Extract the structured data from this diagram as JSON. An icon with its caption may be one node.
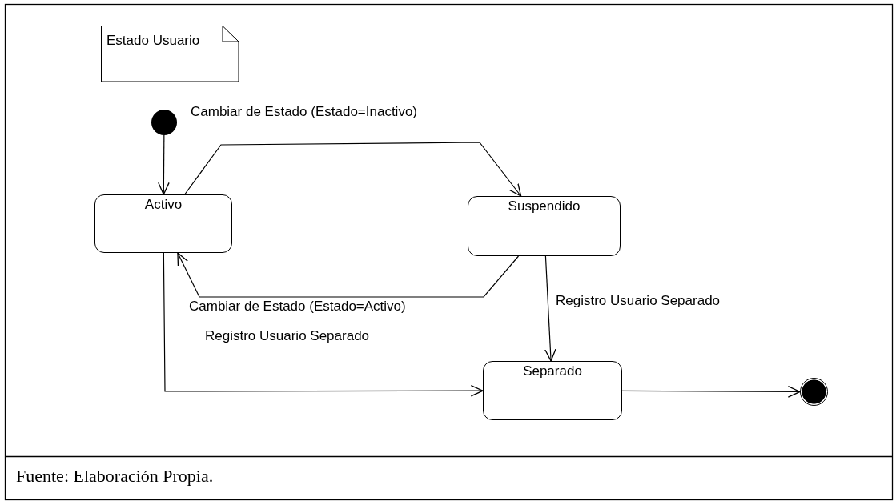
{
  "diagram": {
    "caption": "Fuente: Elaboración Propia.",
    "nodes": [
      {
        "text": [
          "Estado Usuario"
        ]
      },
      {
        "text": [],
        "shape": "circle"
      },
      {
        "text": [
          "Activo"
        ]
      },
      {
        "text": [
          "Suspendido"
        ]
      },
      {
        "text": [
          "Separado"
        ]
      },
      {
        "text": [],
        "shape": "circle"
      }
    ],
    "edges": [
      {
        "from": 1,
        "to": 2,
        "arrow": "to"
      },
      {
        "from": 2,
        "to": 3,
        "arrow": "to",
        "label": "Cambiar de Estado (Estado=Inactivo)"
      },
      {
        "from": 3,
        "to": 2,
        "arrow": "to",
        "label": "Cambiar de Estado (Estado=Activo)"
      },
      {
        "from": 3,
        "to": 4,
        "arrow": "to",
        "label": "Registro Usuario Separado"
      },
      {
        "from": 2,
        "to": 4,
        "arrow": "to",
        "label": "Registro Usuario Separado"
      },
      {
        "from": 4,
        "to": 5,
        "arrow": "to"
      }
    ]
  }
}
